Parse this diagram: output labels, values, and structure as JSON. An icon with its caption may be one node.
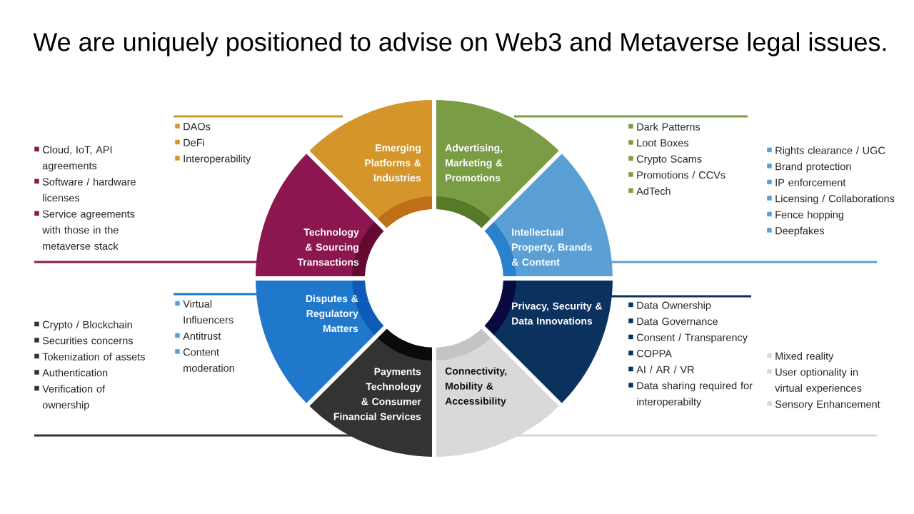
{
  "diagram": {
    "title": "We are uniquely positioned to advise on Web3 and Metaverse legal issues.",
    "nodes": [
      {
        "text": [
          "Emerging Platforms & Industries"
        ],
        "beside": [
          "DAOs",
          "DeFi",
          "Interoperability"
        ]
      },
      {
        "text": [
          "Advertising, Marketing & Promotions"
        ],
        "beside": [
          "Dark Patterns",
          "Loot Boxes",
          "Crypto Scams",
          "Promotions / CCVs",
          "AdTech"
        ]
      },
      {
        "text": [
          "Technology & Sourcing Transactions"
        ],
        "beside": [
          "Cloud, IoT, API agreements",
          "Software / hardware licenses",
          "Service agreements with those in the metaverse stack"
        ]
      },
      {
        "text": [
          "Intellectual Property, Brands & Content"
        ],
        "beside": [
          "Rights clearance / UGC",
          "Brand protection",
          "IP enforcement",
          "Licensing / Collaborations",
          "Fence hopping",
          "Deepfakes"
        ]
      },
      {
        "text": [
          "Disputes & Regulatory Matters"
        ],
        "beside": [
          "Virtual Influencers",
          "Antitrust",
          "Content moderation"
        ]
      },
      {
        "text": [
          "Privacy, Security & Data Innovations"
        ],
        "beside": [
          "Data Ownership",
          "Data Governance",
          "Consent / Transparency",
          "COPPA",
          "AI / AR / VR",
          "Data sharing required for interoperabilty"
        ]
      },
      {
        "text": [
          "Payments Technology & Consumer Financial Services"
        ],
        "beside": [
          "Crypto / Blockchain",
          "Securities concerns",
          "Tokenization of assets",
          "Authentication",
          "Verification of ownership"
        ]
      },
      {
        "text": [
          "Connectivity, Mobility & Accessibility"
        ],
        "beside": [
          "Mixed reality",
          "User optionality in virtual experiences",
          "Sensory Enhancement"
        ]
      }
    ],
    "edges": []
  }
}
